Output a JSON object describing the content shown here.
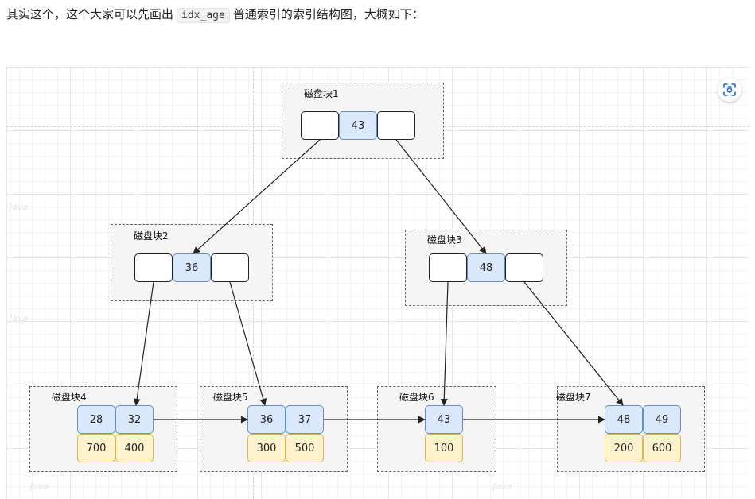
{
  "intro": {
    "before": "其实这个，这个大家可以先画出",
    "code": "idx_age",
    "after": "普通索引的索引结构图，大概如下："
  },
  "diagram": {
    "blocks": {
      "b1": {
        "title": "磁盘块1",
        "keys": [
          "43"
        ]
      },
      "b2": {
        "title": "磁盘块2",
        "keys": [
          "36"
        ]
      },
      "b3": {
        "title": "磁盘块3",
        "keys": [
          "48"
        ]
      },
      "b4": {
        "title": "磁盘块4",
        "keys": [
          "28",
          "32"
        ],
        "data": [
          "700",
          "400"
        ]
      },
      "b5": {
        "title": "磁盘块5",
        "keys": [
          "36",
          "37"
        ],
        "data": [
          "300",
          "500"
        ]
      },
      "b6": {
        "title": "磁盘块6",
        "keys": [
          "43"
        ],
        "data": [
          "100"
        ]
      },
      "b7": {
        "title": "磁盘块7",
        "keys": [
          "48",
          "49"
        ],
        "data": [
          "200",
          "600"
        ]
      }
    },
    "colors": {
      "key_fill": "#dae8fc",
      "key_border": "#6c8ebf",
      "data_fill": "#fff2cc",
      "data_border": "#d6b656",
      "block_fill": "#f5f5f5",
      "edge": "#222222"
    },
    "watermark": "Java"
  },
  "toolbar": {
    "icon": "camera-scan-icon"
  }
}
